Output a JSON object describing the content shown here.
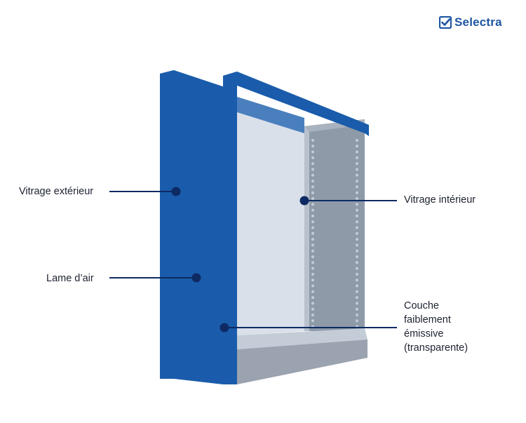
{
  "brand": {
    "name": "Selectra",
    "color": "#1d56a4"
  },
  "labels": {
    "vitrage_exterieur": "Vitrage extérieur",
    "lame_air": "Lame d’air",
    "vitrage_interieur": "Vitrage intérieur",
    "couche_lines": [
      "Couche",
      "faiblement",
      "émissive",
      "(transparente)"
    ]
  },
  "colors": {
    "frame_blue": "#1a5cab",
    "glass_outer": "#e8edf5",
    "glass_inner": "#d9e0ea",
    "spacer": "#8e9aa8",
    "base_gray": "#9aa3af",
    "leader": "#0d2a63",
    "label_text": "#1d2230"
  },
  "icons": {
    "logo": "check-box-icon"
  }
}
